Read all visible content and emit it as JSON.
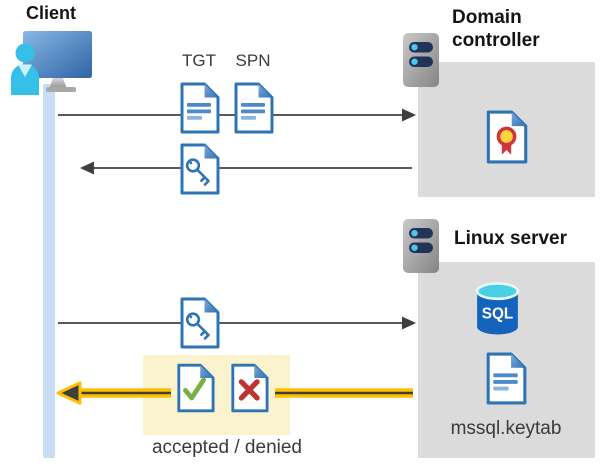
{
  "colors": {
    "accent-blue": "#2E74B5",
    "doc-line-blue": "#4C8AC8",
    "doc-line-light": "#8AB4E0",
    "panel-gray": "#DBDBDB",
    "highlight-bg": "#FAF3CE",
    "highlight-yellow": "#FFC000",
    "arrow-gray": "#595959",
    "arrowhead-dark": "#3F3F3F",
    "status-green": "#76B043",
    "status-red": "#BE3434",
    "cert-red": "#D13438",
    "cert-yellow": "#FFD43C",
    "sql-blue": "#1463BC",
    "sql-cyan": "#49D0E6",
    "person-cyan": "#35C0E8",
    "lifeline-blue": "#C7DCF5",
    "server-navy": "#203457",
    "server-dot": "#4FC3E8",
    "text-dark": "#3A3A3A"
  },
  "client": {
    "label": "Client"
  },
  "domain_controller": {
    "label": "Domain controller"
  },
  "linux_server": {
    "label": "Linux server",
    "sql_label": "SQL",
    "keytab_label": "mssql.keytab"
  },
  "messages": {
    "tgt_label": "TGT",
    "spn_label": "SPN",
    "result_label": "accepted / denied"
  }
}
